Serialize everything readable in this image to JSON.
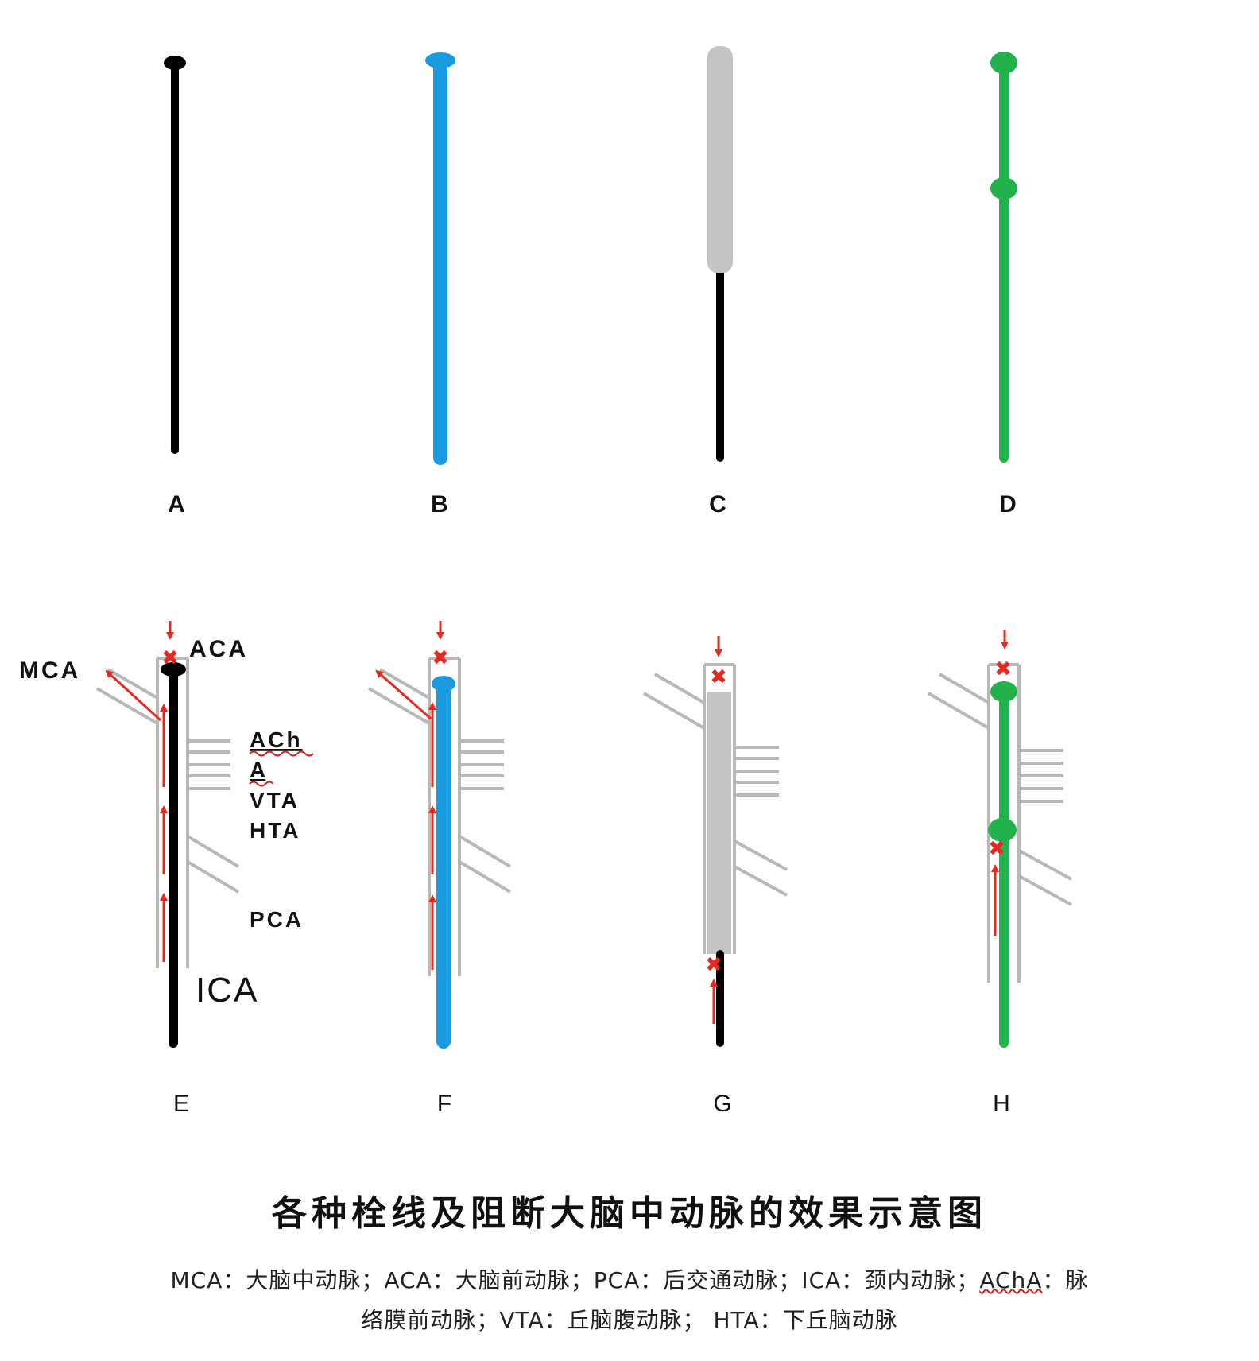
{
  "panels": {
    "top": [
      {
        "letter": "A",
        "color": "#000000",
        "label": "A"
      },
      {
        "letter": "B",
        "color": "#1a9be0",
        "label": "B"
      },
      {
        "letter": "C",
        "color": "#c4c4c4",
        "label": "C"
      },
      {
        "letter": "D",
        "color": "#22b24c",
        "label": "D"
      }
    ],
    "bottom": [
      {
        "letter": "E",
        "label": "E"
      },
      {
        "letter": "F",
        "label": "F"
      },
      {
        "letter": "G",
        "label": "G"
      },
      {
        "letter": "H",
        "label": "H"
      }
    ]
  },
  "vessel_labels": {
    "aca": "ACA",
    "mca": "MCA",
    "acha_line1": "ACh",
    "acha_line2": "A",
    "vta": "VTA",
    "hta": "HTA",
    "pca": "PCA",
    "ica": "ICA"
  },
  "colors": {
    "black": "#000000",
    "blue": "#1a9be0",
    "gray": "#c4c4c4",
    "green": "#22b24c",
    "arrow_red": "#e8281e",
    "vessel_wall": "#b8b8b8"
  },
  "caption": {
    "title": "各种栓线及阻断大脑中动脉的效果示意图",
    "legend_line1_a": "MCA：大脑中动脉；ACA：大脑前动脉；PCA：后交通动脉；ICA：颈内动脉；",
    "legend_line1_abbr": "AChA",
    "legend_line1_b": "：脉",
    "legend_line2": "络膜前动脉；VTA：丘脑腹动脉；  HTA：下丘脑动脉"
  }
}
